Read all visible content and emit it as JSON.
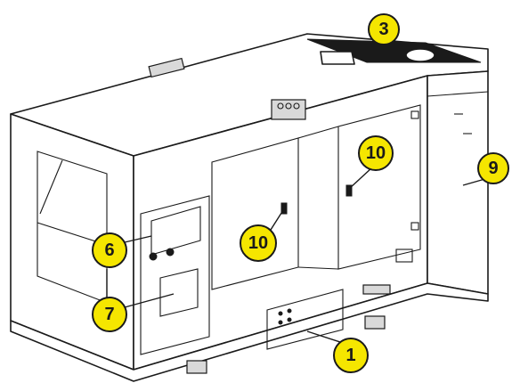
{
  "callouts": [
    {
      "id": "c3",
      "label": "3"
    },
    {
      "id": "c10a",
      "label": "10"
    },
    {
      "id": "c9",
      "label": "9"
    },
    {
      "id": "c6",
      "label": "6"
    },
    {
      "id": "c10b",
      "label": "10"
    },
    {
      "id": "c7",
      "label": "7"
    },
    {
      "id": "c1",
      "label": "1"
    }
  ],
  "colors": {
    "callout_fill": "#f5e600",
    "outline": "#1a1a1a",
    "background": "#ffffff"
  }
}
